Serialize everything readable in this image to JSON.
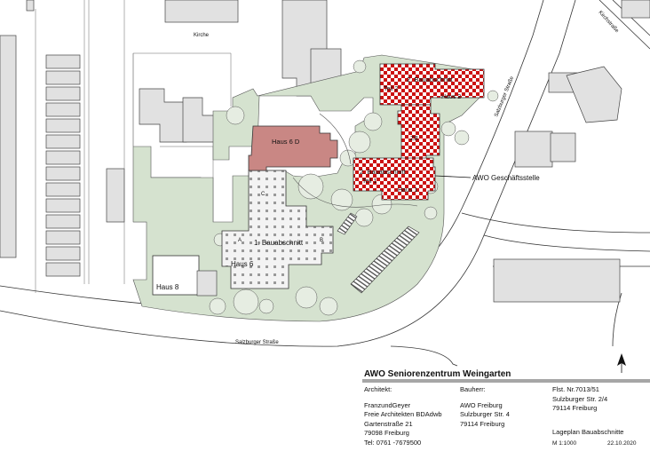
{
  "labels": {
    "kirche": "Kirche",
    "kirchstrasse": "Kirchstraße",
    "salzburger_strasse_diag": "Salzburger Straße",
    "salzburger_strasse": "Salzburger Straße",
    "haus_6d": "Haus 6 D",
    "c": "C",
    "a": "A",
    "b": "B",
    "erster_bauabschnitt": "1. Bauabschnitt",
    "haus_6": "Haus 6",
    "haus_8": "Haus 8",
    "zweiter_bauabschnitt_top": "2. Bauabschnitt",
    "teil_2": "Teil 2",
    "haus_2": "Haus 2",
    "zb": "ZB",
    "zweiter_bauabschnitt_mid": "2. Bauabschnitt",
    "teil_1": "Teil 1",
    "haus_1": "Haus 1",
    "awo_geschaeftsstelle": "AWO Geschäftsstelle"
  },
  "title_block": {
    "title": "AWO Seniorenzentrum Weingarten",
    "architekt_label": "Architekt:",
    "architekt_lines": [
      "FranzundGeyer",
      "Freie Architekten BDAdwb",
      "Gartenstraße 21",
      "79098 Freiburg",
      "Tel: 0761 -7679500"
    ],
    "bauherr_label": "Bauherr:",
    "bauherr_lines": [
      "AWO Freiburg",
      "Sulzburger Str. 4",
      "79114 Freiburg"
    ],
    "flst_lines": [
      "Flst. Nr.7013/51",
      "Sulzburger Str. 2/4",
      "79114 Freiburg"
    ],
    "plan_name": "Lageplan Bauabschnitte",
    "scale": "M 1:1000",
    "date": "22.10.2020"
  },
  "colors": {
    "site_green": "#d5e2cf",
    "building_grey": "#dcdcdc",
    "haus6d_red": "#c98784",
    "checker_red": "#cc1111"
  }
}
